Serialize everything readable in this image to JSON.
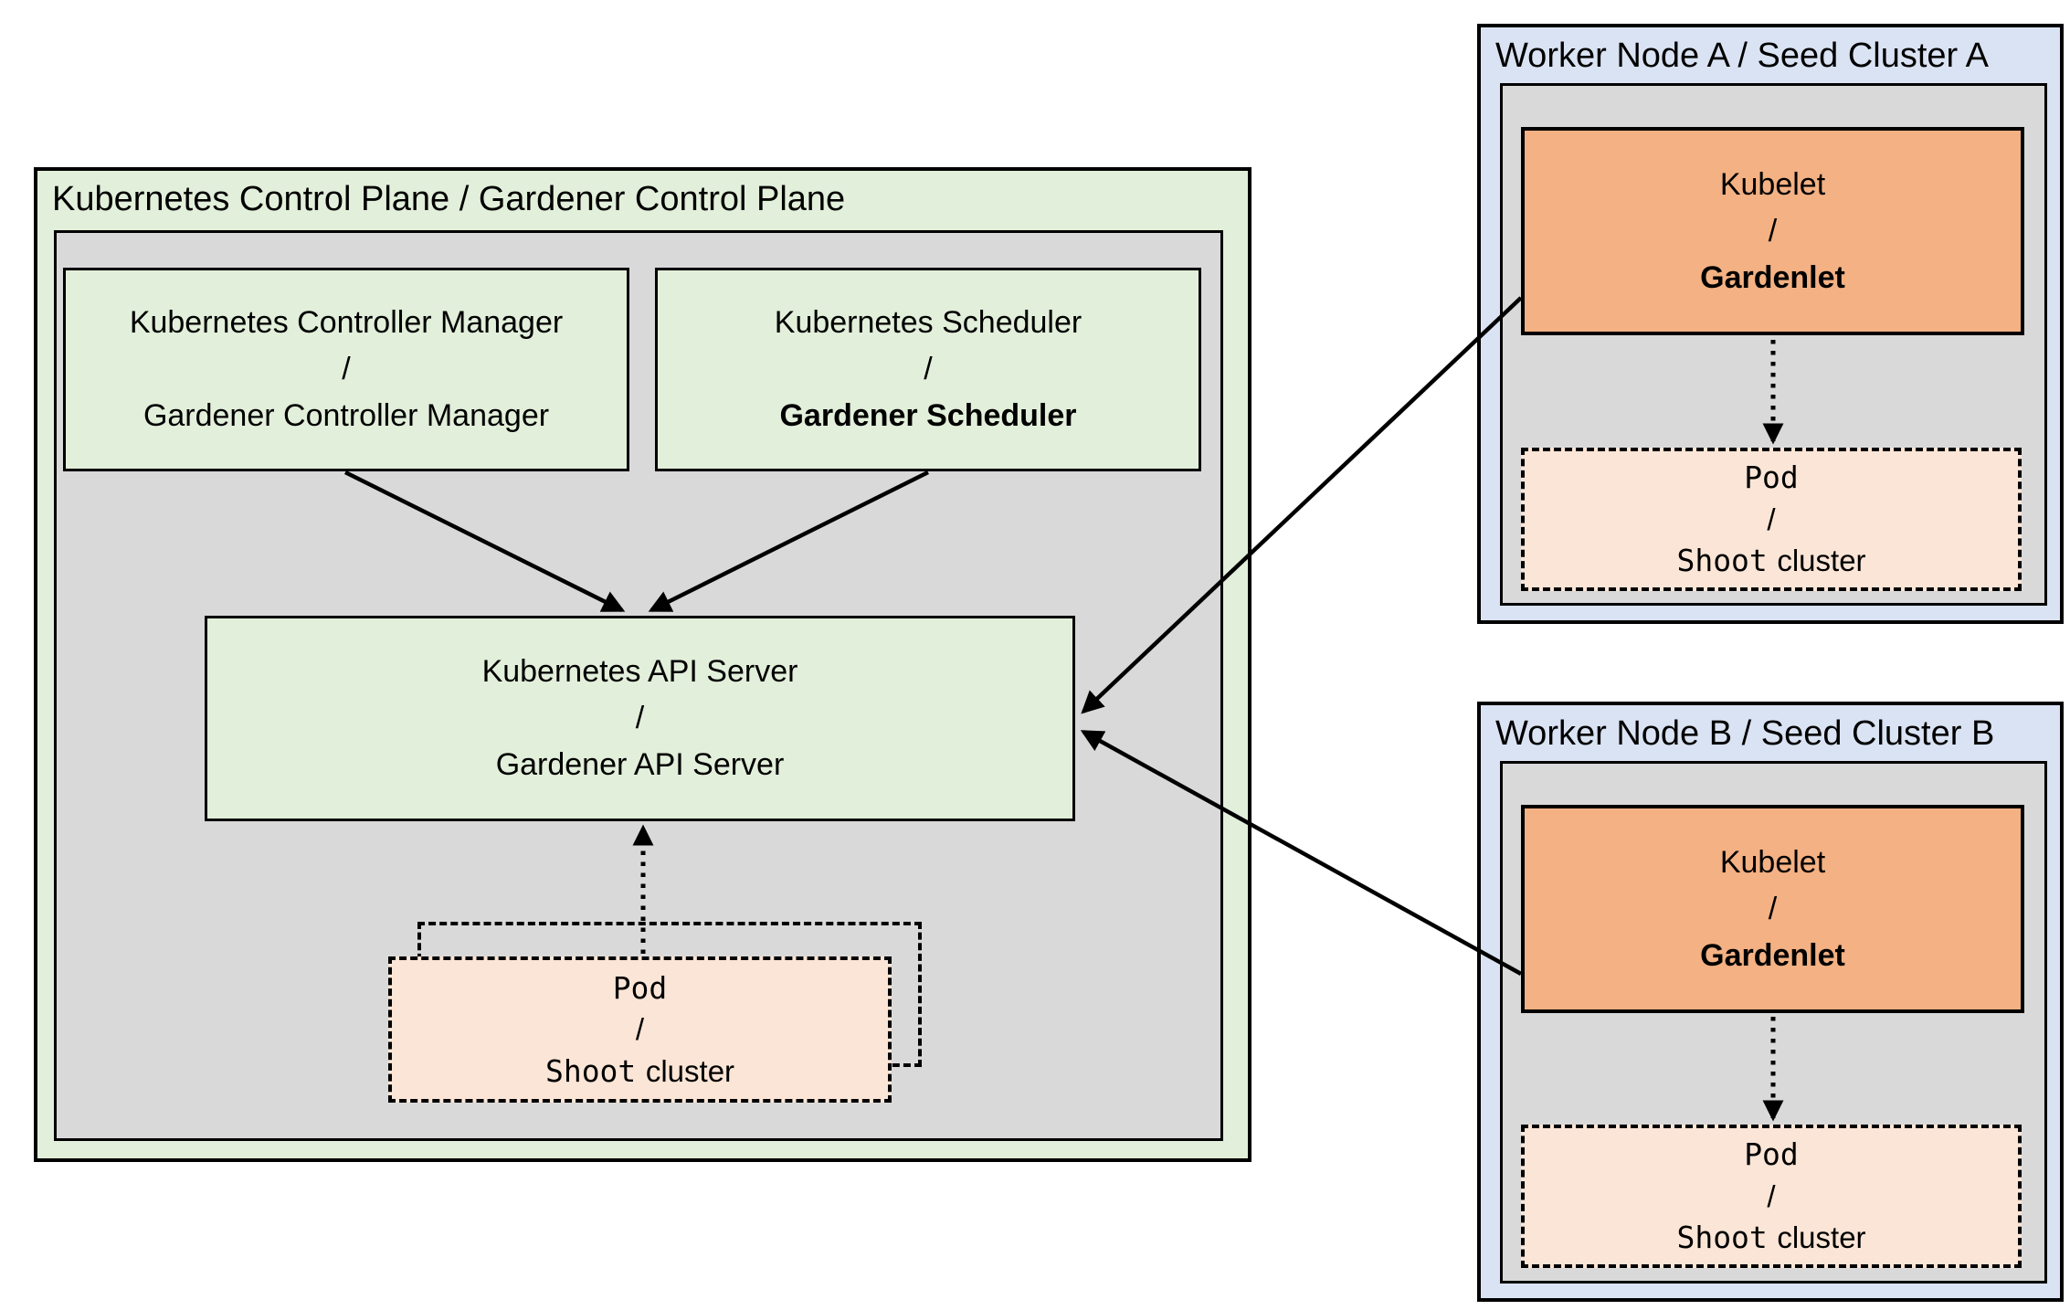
{
  "colors": {
    "green_fill": "#e2efda",
    "inner_fill": "#d9d9d9",
    "worker_fill": "#dae3f3",
    "kubelet_fill": "#f4b183",
    "pod_fill": "#fbe5d6",
    "border": "#000000",
    "arrow": "#000000"
  },
  "control_plane": {
    "title": "Kubernetes Control Plane / Gardener Control Plane",
    "controller_manager": {
      "line1": "Kubernetes Controller Manager",
      "separator": "/",
      "line2": "Gardener Controller Manager"
    },
    "scheduler": {
      "line1": "Kubernetes Scheduler",
      "separator": "/",
      "line2": "Gardener Scheduler"
    },
    "api_server": {
      "line1": "Kubernetes API Server",
      "separator": "/",
      "line2": "Gardener API Server"
    },
    "pod": {
      "line1": "Pod",
      "separator": "/",
      "line2_mono": "Shoot",
      "line2_rest": "cluster"
    }
  },
  "worker_node_a": {
    "title": "Worker Node A / Seed Cluster A",
    "kubelet": {
      "line1": "Kubelet",
      "separator": "/",
      "line2": "Gardenlet"
    },
    "pod": {
      "line1": "Pod",
      "separator": "/",
      "line2_mono": "Shoot",
      "line2_rest": "cluster"
    }
  },
  "worker_node_b": {
    "title": "Worker Node B / Seed Cluster B",
    "kubelet": {
      "line1": "Kubelet",
      "separator": "/",
      "line2": "Gardenlet"
    },
    "pod": {
      "line1": "Pod",
      "separator": "/",
      "line2_mono": "Shoot",
      "line2_rest": "cluster"
    }
  }
}
